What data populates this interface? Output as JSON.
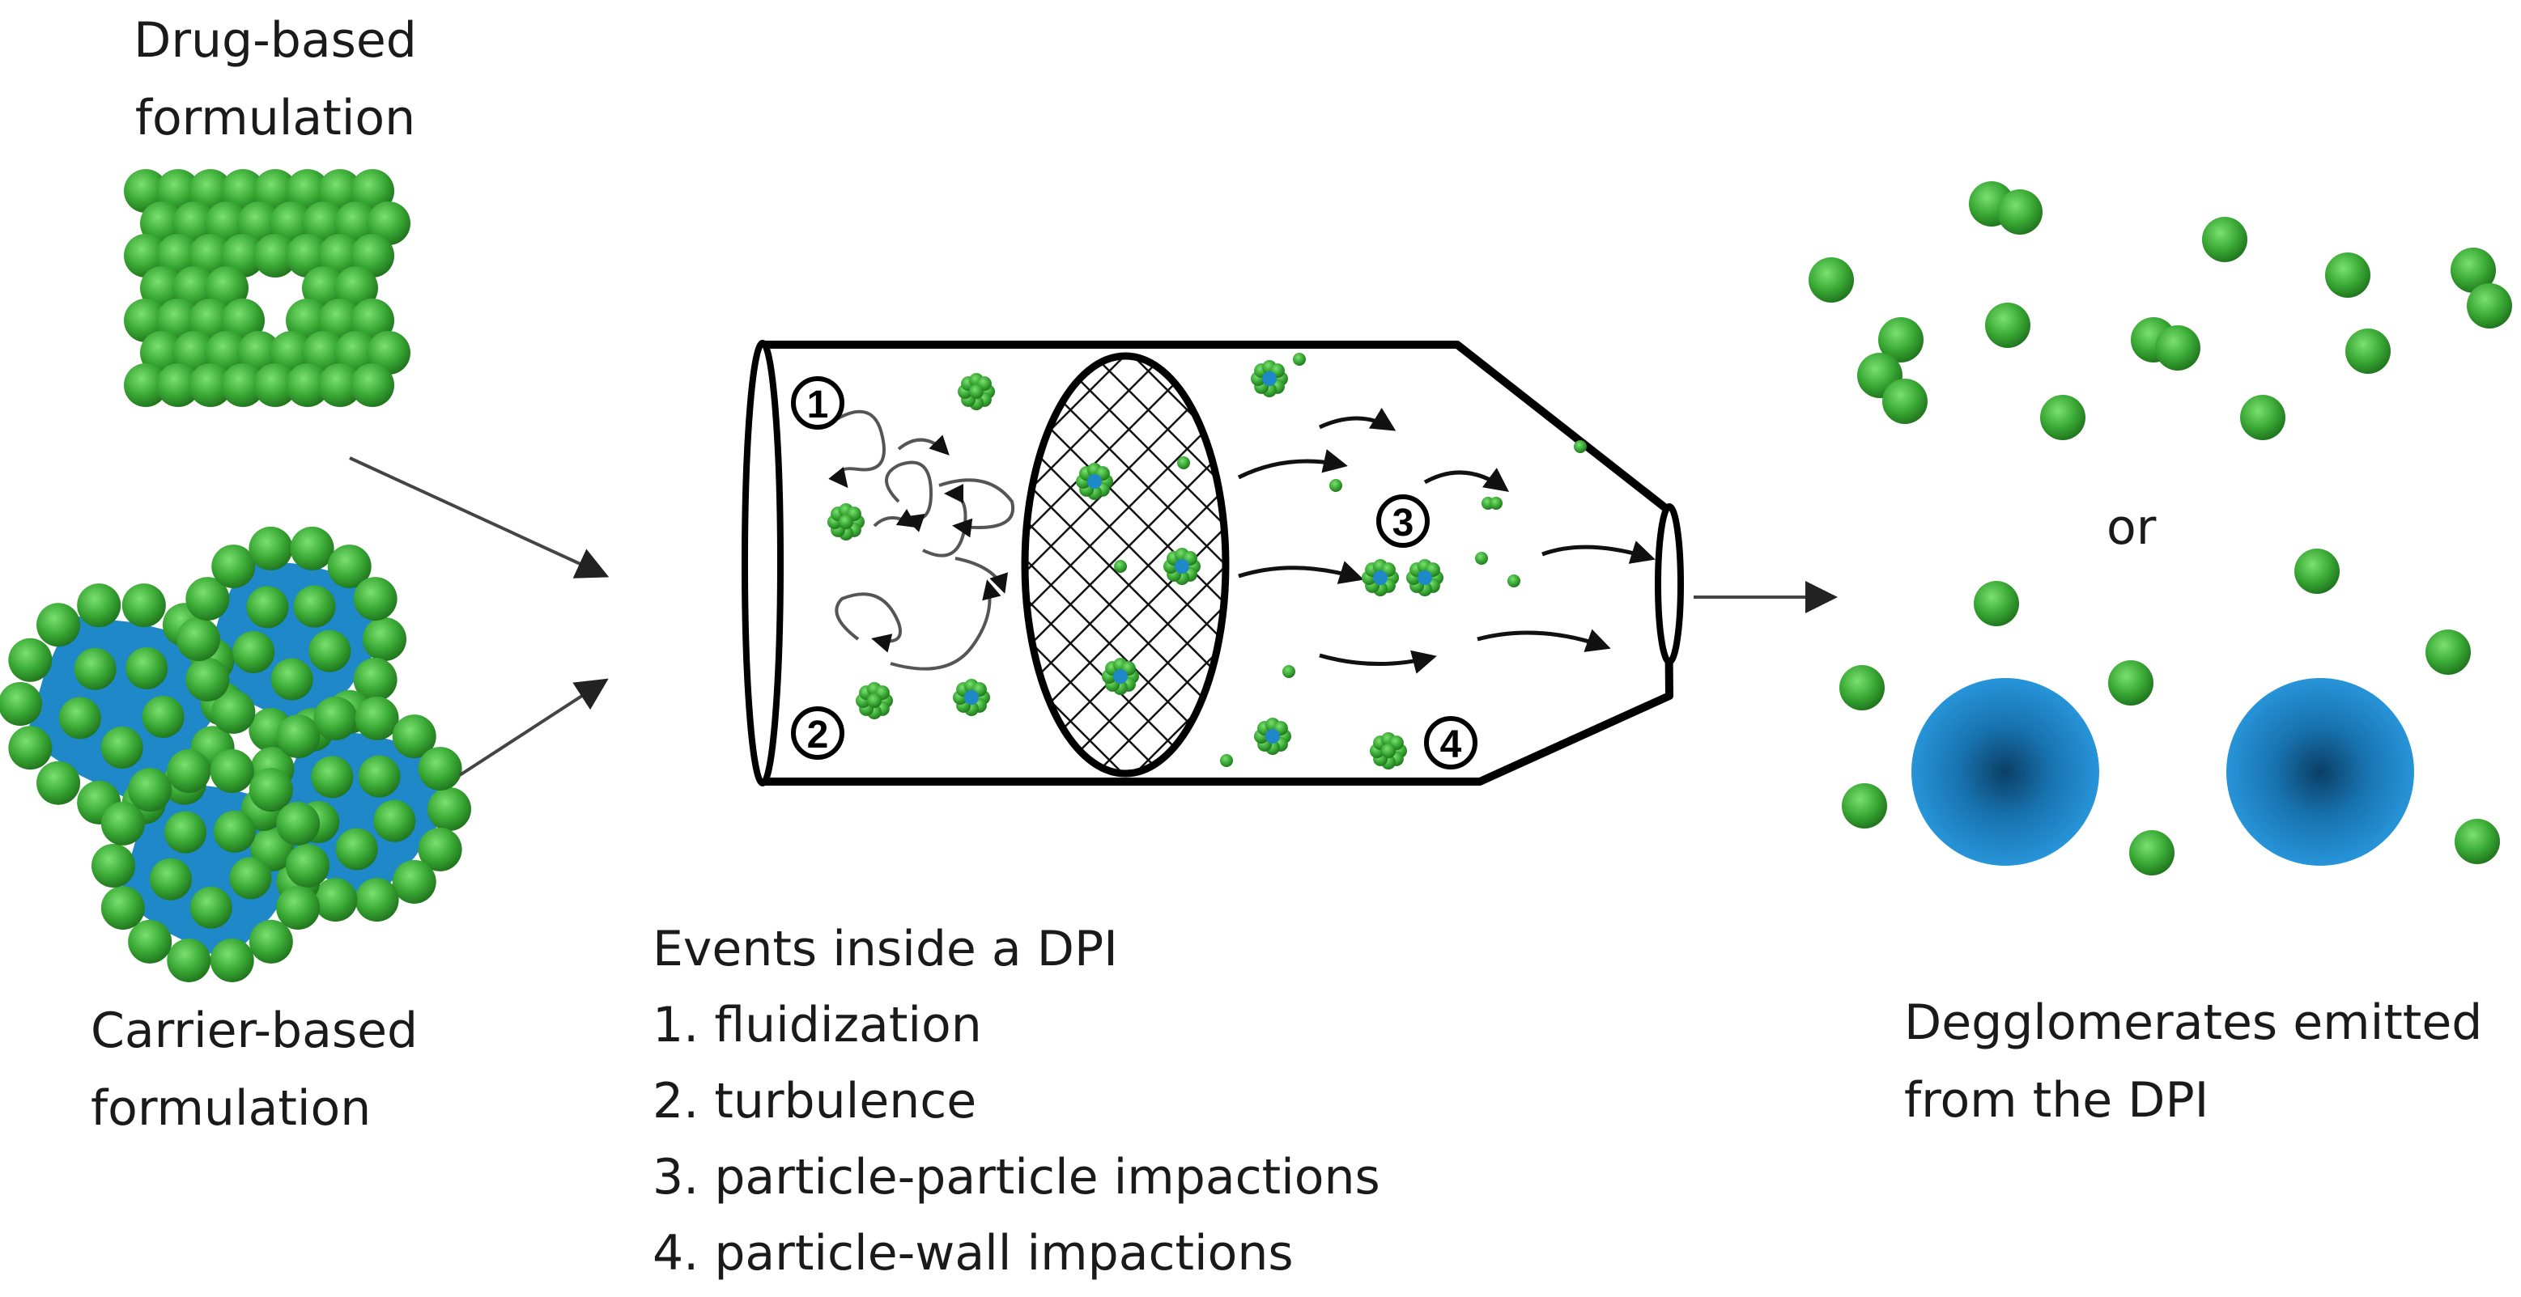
{
  "labels": {
    "drug_based": [
      "Drug-based",
      "formulation"
    ],
    "carrier_based": [
      "Carrier-based",
      "formulation"
    ],
    "or": "or",
    "emitted": [
      "Degglomerates emitted",
      "from the DPI"
    ]
  },
  "events": {
    "heading": "Events inside a DPI",
    "items": [
      "1. fluidization",
      "2. turbulence",
      "3. particle-particle impactions",
      "4. particle-wall impactions"
    ]
  },
  "markers": [
    "1",
    "2",
    "3",
    "4"
  ],
  "colors": {
    "drug_particle": "#3aa935",
    "drug_particle_dark": "#1f7a1c",
    "carrier": "#1e88c8",
    "carrier_dark": "#0d4f7c",
    "outline": "#000000"
  }
}
